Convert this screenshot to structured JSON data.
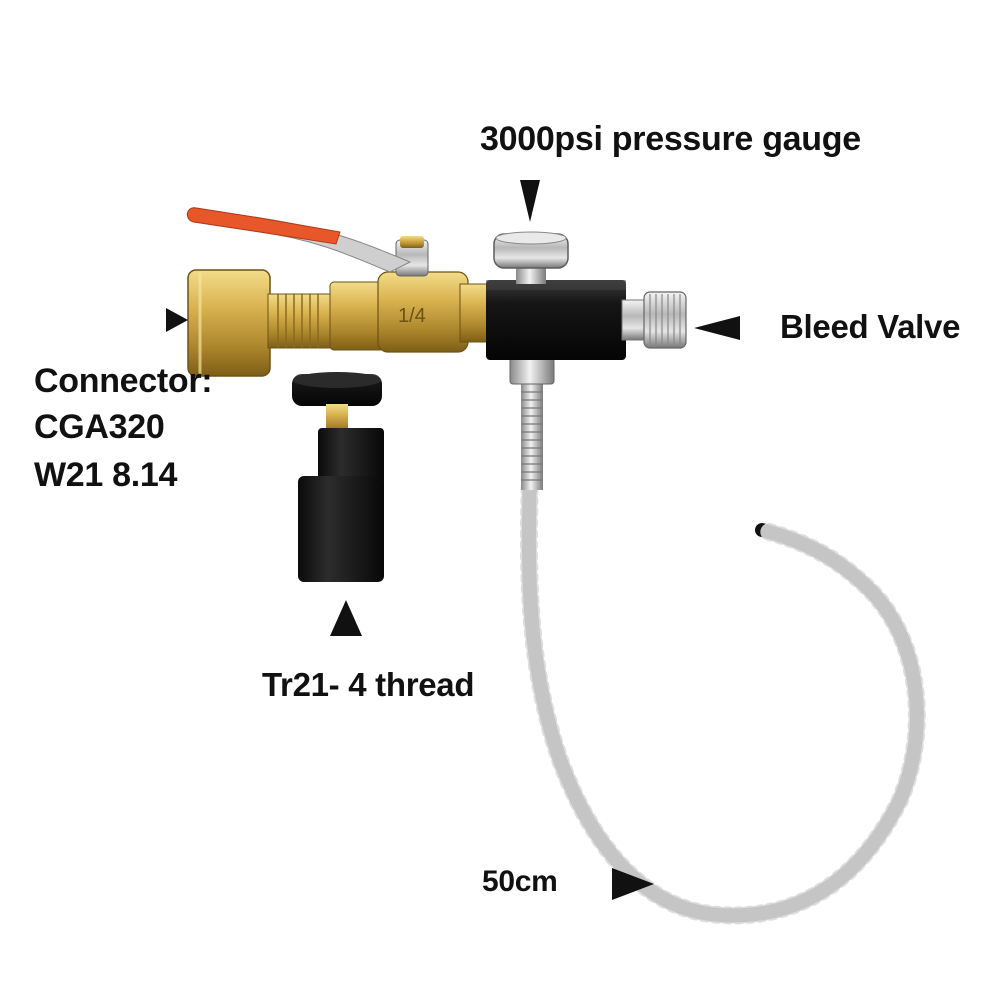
{
  "labels": {
    "gauge": "3000psi pressure gauge",
    "bleed_valve": "Bleed Valve",
    "connector_line1": "Connector:",
    "connector_line2": "CGA320",
    "connector_line3": "W21 8.14",
    "thread": "Tr21- 4 thread",
    "hose_length": "50cm"
  },
  "colors": {
    "brass": "#c9a43c",
    "valve_handle": "#e8572a",
    "body": "#151515",
    "chrome": "#cfcfcf",
    "text": "#111111"
  }
}
